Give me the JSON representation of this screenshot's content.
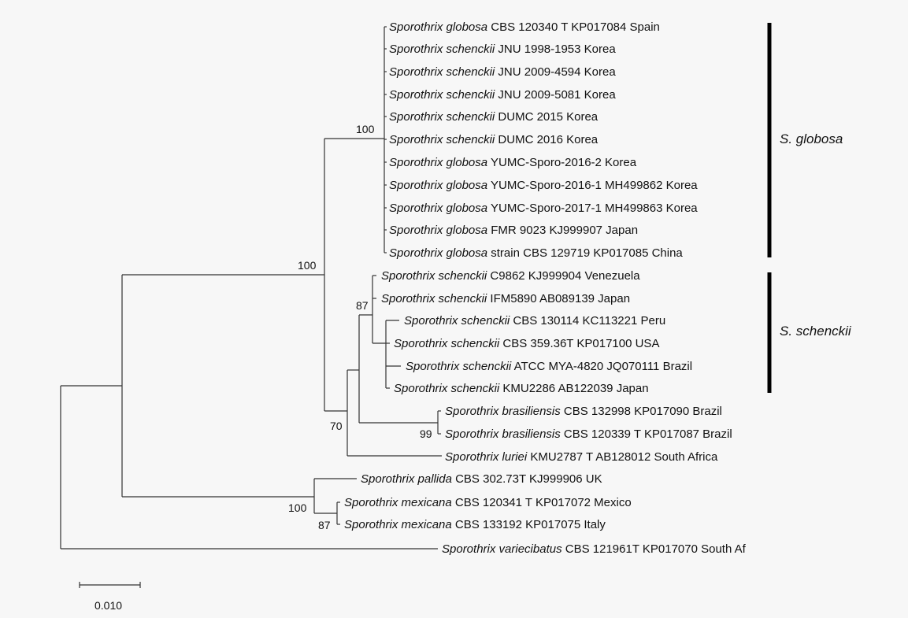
{
  "taxa": [
    {
      "genus": "Sporothrix",
      "species": "globosa",
      "rest": "CBS 120340 T KP017084 Spain"
    },
    {
      "genus": "Sporothrix",
      "species": "schenckii",
      "rest": "JNU 1998-1953 Korea"
    },
    {
      "genus": "Sporothrix",
      "species": "schenckii",
      "rest": "JNU 2009-4594 Korea"
    },
    {
      "genus": "Sporothrix",
      "species": "schenckii",
      "rest": "JNU 2009-5081 Korea"
    },
    {
      "genus": "Sporothrix",
      "species": "schenckii",
      "rest": "DUMC 2015 Korea"
    },
    {
      "genus": "Sporothrix",
      "species": "schenckii",
      "rest": "DUMC 2016 Korea"
    },
    {
      "genus": "Sporothrix",
      "species": "globosa",
      "rest": "YUMC-Sporo-2016-2 Korea"
    },
    {
      "genus": "Sporothrix",
      "species": "globosa",
      "rest": "YUMC-Sporo-2016-1 MH499862 Korea"
    },
    {
      "genus": "Sporothrix",
      "species": "globosa",
      "rest": "YUMC-Sporo-2017-1 MH499863 Korea"
    },
    {
      "genus": "Sporothrix",
      "species": "globosa",
      "rest": "FMR 9023 KJ999907 Japan"
    },
    {
      "genus": "Sporothrix",
      "species": "globosa",
      "rest": "strain CBS 129719 KP017085 China"
    },
    {
      "genus": "Sporothrix",
      "species": "schenckii",
      "rest": "C9862 KJ999904 Venezuela"
    },
    {
      "genus": "Sporothrix",
      "species": "schenckii",
      "rest": "IFM5890 AB089139 Japan"
    },
    {
      "genus": "Sporothrix",
      "species": "schenckii",
      "rest": "CBS 130114 KC113221 Peru"
    },
    {
      "genus": "Sporothrix",
      "species": "schenckii",
      "rest": "CBS 359.36T KP017100 USA"
    },
    {
      "genus": "Sporothrix",
      "species": "schenckii",
      "rest": "ATCC MYA-4820 JQ070111 Brazil"
    },
    {
      "genus": "Sporothrix",
      "species": "schenckii",
      "rest": "KMU2286 AB122039 Japan"
    },
    {
      "genus": "Sporothrix",
      "species": "brasiliensis",
      "rest": "CBS 132998 KP017090 Brazil"
    },
    {
      "genus": "Sporothrix",
      "species": "brasiliensis",
      "rest": "CBS 120339 T KP017087 Brazil"
    },
    {
      "genus": "Sporothrix",
      "species": "luriei",
      "rest": "KMU2787 T AB128012 South Africa"
    },
    {
      "genus": "Sporothrix",
      "species": "pallida",
      "rest": "CBS 302.73T KJ999906 UK"
    },
    {
      "genus": "Sporothrix",
      "species": "mexicana",
      "rest": "CBS 120341 T KP017072 Mexico"
    },
    {
      "genus": "Sporothrix",
      "species": "mexicana",
      "rest": "CBS 133192 KP017075 Italy"
    },
    {
      "genus": "Sporothrix",
      "species": "variecibatus",
      "rest": "CBS 121961T KP017070 South Af"
    }
  ],
  "bootstrap": {
    "globosa_clade": "100",
    "globosa_schenckii_group": "100",
    "schenckii_clade": "87",
    "schenckii_brasiliensis_group": "70",
    "brasiliensis_clade": "99",
    "pallida_mexicana_group": "100",
    "mexicana_clade": "87"
  },
  "clades": {
    "globosa_label": "S. globosa",
    "schenckii_label": "S. schenckii"
  },
  "scale_bar": {
    "label": "0.010"
  }
}
